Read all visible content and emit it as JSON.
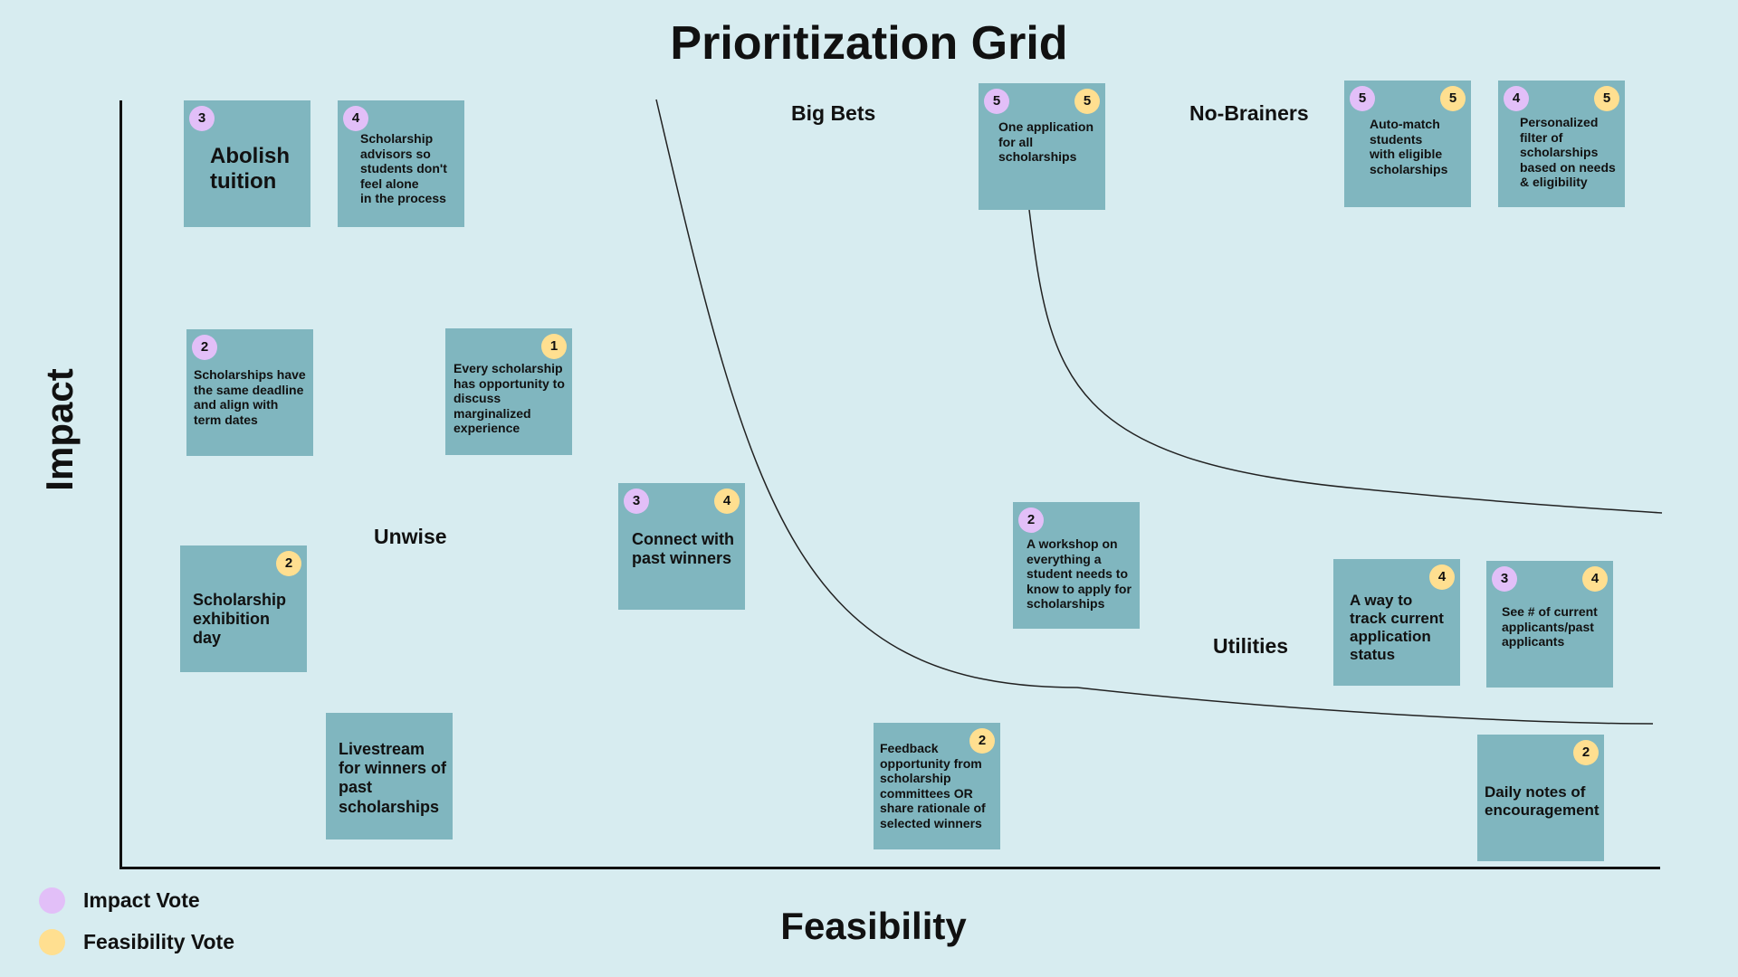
{
  "title": "Prioritization Grid",
  "axes": {
    "x_label": "Feasibility",
    "y_label": "Impact"
  },
  "quadrants": {
    "big_bets": "Big Bets",
    "no_brainers": "No-Brainers",
    "unwise": "Unwise",
    "utilities": "Utilities"
  },
  "legend": {
    "impact": "Impact Vote",
    "feasibility": "Feasibility Vote"
  },
  "colors": {
    "background": "#d7ecf0",
    "note": "#80b6bf",
    "impact_vote": "#e2bff8",
    "feasibility_vote": "#ffdf90"
  },
  "notes": [
    {
      "text": "Abolish\ntuition",
      "impact": "3",
      "feasibility": ""
    },
    {
      "text": "Scholarship\nadvisors so\nstudents don't\nfeel alone\nin the process",
      "impact": "4",
      "feasibility": ""
    },
    {
      "text": "Scholarships have\nthe same deadline\nand align with\nterm dates",
      "impact": "2",
      "feasibility": ""
    },
    {
      "text": "Every scholarship\nhas opportunity to\ndiscuss\nmarginalized\nexperience",
      "impact": "",
      "feasibility": "1"
    },
    {
      "text": "Scholarship\nexhibition day",
      "impact": "",
      "feasibility": "2"
    },
    {
      "text": "Livestream\nfor winners of\npast\nscholarships",
      "impact": "",
      "feasibility": ""
    },
    {
      "text": "Connect with\npast winners",
      "impact": "3",
      "feasibility": "4"
    },
    {
      "text": "One application\nfor all\nscholarships",
      "impact": "5",
      "feasibility": "5"
    },
    {
      "text": "Auto-match\nstudents\nwith eligible\nscholarships",
      "impact": "5",
      "feasibility": "5"
    },
    {
      "text": "Personalized\nfilter of\nscholarships\nbased on needs\n& eligibility",
      "impact": "4",
      "feasibility": "5"
    },
    {
      "text": "A workshop on\neverything a\nstudent needs to\nknow to apply for\nscholarships",
      "impact": "2",
      "feasibility": ""
    },
    {
      "text": "A way to\ntrack current\napplication\nstatus",
      "impact": "",
      "feasibility": "4"
    },
    {
      "text": "See # of current\napplicants/past\napplicants",
      "impact": "3",
      "feasibility": "4"
    },
    {
      "text": "Feedback\nopportunity from\nscholarship\ncommittees OR\nshare rationale of\nselected winners",
      "impact": "",
      "feasibility": "2"
    },
    {
      "text": "Daily notes of\nencouragement",
      "impact": "",
      "feasibility": "2"
    }
  ]
}
